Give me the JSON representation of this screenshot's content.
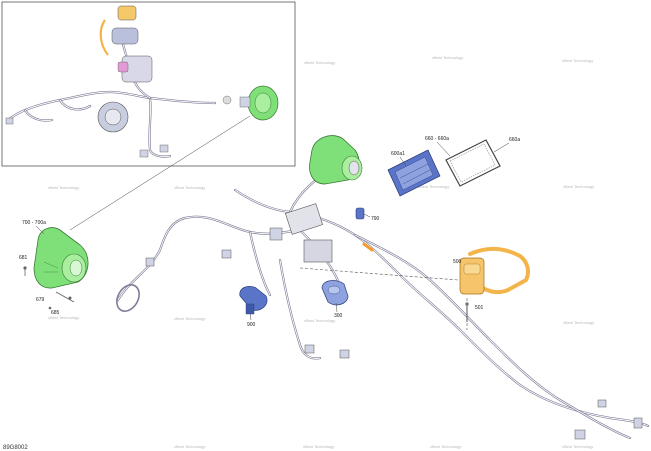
{
  "diagram_code": "89G8002",
  "watermark_text": "vBest Technology",
  "callouts": {
    "c700_700a": "700 - 700a",
    "c681": "681",
    "c679": "679",
    "c685": "685",
    "c600": "600a1",
    "c660": "660 - 660a",
    "c660b": "660a",
    "c790": "790",
    "c900": "900",
    "c300": "300",
    "c500": "500",
    "c501": "501"
  },
  "colors": {
    "harness": "#7d7d98",
    "green_component": "#7fe07a",
    "blue_component": "#5a74c8",
    "orange_component": "#f3b44a",
    "inset_border": "#555555"
  }
}
